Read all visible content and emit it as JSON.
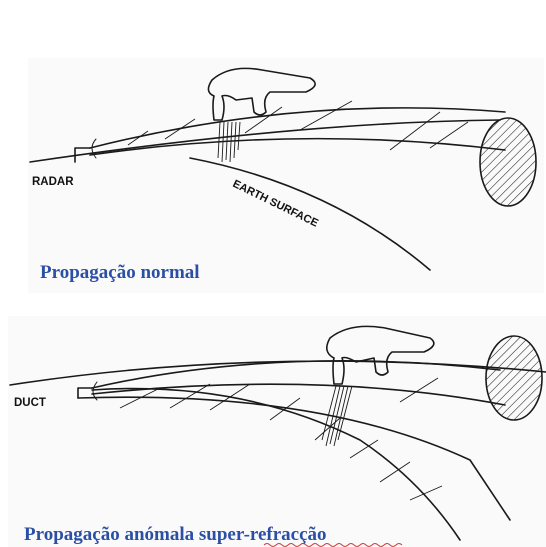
{
  "panels": [
    {
      "id": "normal",
      "labels": {
        "radar": "RADAR",
        "surface": "EARTH SURFACE"
      },
      "caption": "Propagação normal"
    },
    {
      "id": "anomalous",
      "labels": {
        "duct": "DUCT"
      },
      "caption_prefix": "Propagação anómala ",
      "caption_suffix": "super-refracção"
    }
  ],
  "colors": {
    "caption": "#2c4fa6",
    "ink": "#1a1a1a",
    "spellcheck_underline": "#d23a3a"
  }
}
